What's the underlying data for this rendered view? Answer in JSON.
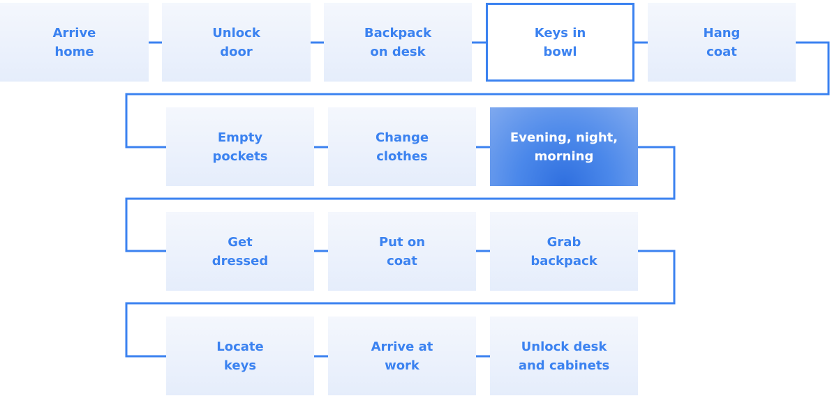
{
  "steps": {
    "arrive_home": "Arrive\nhome",
    "unlock_door": "Unlock\ndoor",
    "backpack_on_desk": "Backpack\non desk",
    "keys_in_bowl": "Keys in\nbowl",
    "hang_coat": "Hang\ncoat",
    "empty_pockets": "Empty\npockets",
    "change_clothes": "Change\nclothes",
    "evening_night_morning": "Evening, night,\nmorning",
    "get_dressed": "Get\ndressed",
    "put_on_coat": "Put on\ncoat",
    "grab_backpack": "Grab\nbackpack",
    "locate_keys": "Locate\nkeys",
    "arrive_at_work": "Arrive at\nwork",
    "unlock_desk_and_cabinets": "Unlock desk\nand cabinets"
  },
  "colors": {
    "accent": "#3b82f0",
    "box_fill_top": "#f4f7fd",
    "box_fill_bottom": "#e5edfb",
    "highlight": "#3a78e6"
  }
}
